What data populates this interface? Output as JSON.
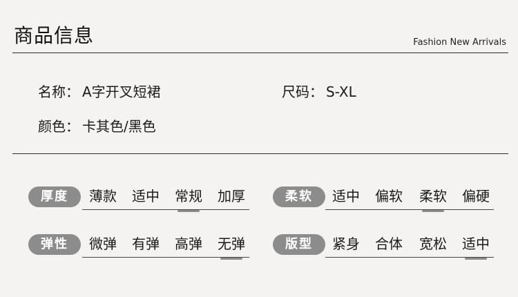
{
  "header": {
    "title": "商品信息",
    "subtitle": "Fashion New Arrivals"
  },
  "info": {
    "name_label": "名称",
    "name_value": "A字开叉短裙",
    "size_label": "尺码",
    "size_value": "S-XL",
    "color_label": "颜色",
    "color_value": "卡其色/黑色",
    "separator": "："
  },
  "attributes": {
    "thickness": {
      "label": "厚度",
      "options": [
        "薄款",
        "适中",
        "常规",
        "加厚"
      ],
      "selected": "常规"
    },
    "softness": {
      "label": "柔软",
      "options": [
        "适中",
        "偏软",
        "柔软",
        "偏硬"
      ],
      "selected": "柔软"
    },
    "elasticity": {
      "label": "弹性",
      "options": [
        "微弹",
        "有弹",
        "高弹",
        "无弹"
      ],
      "selected": "无弹"
    },
    "fit": {
      "label": "版型",
      "options": [
        "紧身",
        "合体",
        "宽松",
        "适中"
      ],
      "selected": "适中"
    }
  },
  "colors": {
    "background": "#f4f3f2",
    "pill": "#8c8c8c",
    "text": "#1a1a1a",
    "rule": "#2a2a2a"
  }
}
